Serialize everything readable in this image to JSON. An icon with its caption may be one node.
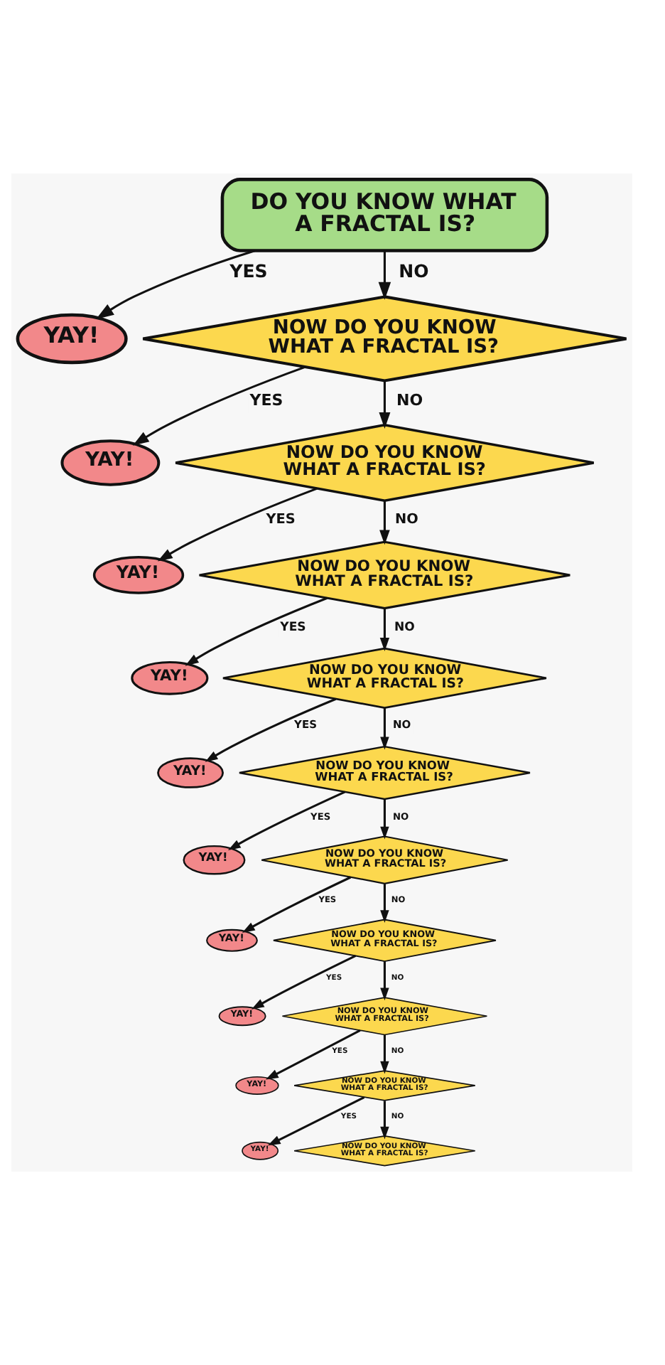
{
  "diagram": {
    "nodes": [
      {
        "text": [
          "DO YOU KNOW WHAT A FRACTAL IS?"
        ]
      },
      {
        "text": [
          "YAY!"
        ]
      },
      {
        "text": [
          "NOW DO YOU KNOW WHAT A FRACTAL IS?"
        ]
      },
      {
        "text": [
          "YAY!"
        ]
      },
      {
        "text": [
          "NOW DO YOU KNOW WHAT A FRACTAL IS?"
        ]
      },
      {
        "text": [
          "YAY!"
        ]
      },
      {
        "text": [
          "NOW DO YOU KNOW WHAT A FRACTAL IS?"
        ]
      },
      {
        "text": [
          "YAY!"
        ]
      },
      {
        "text": [
          "NOW DO YOU KNOW WHAT A FRACTAL IS?"
        ]
      },
      {
        "text": [
          "YAY!"
        ]
      },
      {
        "text": [
          "NOW DO YOU KNOW WHAT A FRACTAL IS?"
        ]
      },
      {
        "text": [
          "YAY!"
        ]
      },
      {
        "text": [
          "NOW DO YOU KNOW WHAT A FRACTAL IS?"
        ]
      },
      {
        "text": [
          "YAY!"
        ]
      },
      {
        "text": [
          "NOW DO YOU KNOW WHAT A FRACTAL IS?"
        ]
      },
      {
        "text": [
          "YAY!"
        ]
      },
      {
        "text": [
          "NOW DO YOU KNOW WHAT A FRACTAL IS?"
        ]
      },
      {
        "text": [
          "YAY!"
        ]
      },
      {
        "text": [
          "NOW DO YOU KNOW WHAT A FRACTAL IS?"
        ]
      },
      {
        "text": [
          "YAY!"
        ]
      },
      {
        "text": [
          "NOW DO YOU KNOW WHAT A FRACTAL IS?"
        ]
      }
    ],
    "edges": [
      {
        "from": 0,
        "to": 1,
        "arrow": "to",
        "label": "YES"
      },
      {
        "from": 0,
        "to": 2,
        "arrow": "to",
        "label": "NO"
      },
      {
        "from": 2,
        "to": 3,
        "arrow": "to",
        "label": "YES"
      },
      {
        "from": 2,
        "to": 4,
        "arrow": "to",
        "label": "NO"
      },
      {
        "from": 4,
        "to": 5,
        "arrow": "to",
        "label": "YES"
      },
      {
        "from": 4,
        "to": 6,
        "arrow": "to",
        "label": "NO"
      },
      {
        "from": 6,
        "to": 7,
        "arrow": "to",
        "label": "YES"
      },
      {
        "from": 6,
        "to": 8,
        "arrow": "to",
        "label": "NO"
      },
      {
        "from": 8,
        "to": 9,
        "arrow": "to",
        "label": "YES"
      },
      {
        "from": 8,
        "to": 10,
        "arrow": "to",
        "label": "NO"
      },
      {
        "from": 10,
        "to": 11,
        "arrow": "to",
        "label": "YES"
      },
      {
        "from": 10,
        "to": 12,
        "arrow": "to",
        "label": "NO"
      },
      {
        "from": 12,
        "to": 13,
        "arrow": "to",
        "label": "YES"
      },
      {
        "from": 12,
        "to": 14,
        "arrow": "to",
        "label": "NO"
      },
      {
        "from": 14,
        "to": 15,
        "arrow": "to",
        "label": "YES"
      },
      {
        "from": 14,
        "to": 16,
        "arrow": "to",
        "label": "NO"
      },
      {
        "from": 16,
        "to": 17,
        "arrow": "to",
        "label": "YES"
      },
      {
        "from": 16,
        "to": 18,
        "arrow": "to",
        "label": "NO"
      },
      {
        "from": 18,
        "to": 19,
        "arrow": "to",
        "label": "YES"
      },
      {
        "from": 18,
        "to": 20,
        "arrow": "to",
        "label": "NO"
      }
    ]
  }
}
